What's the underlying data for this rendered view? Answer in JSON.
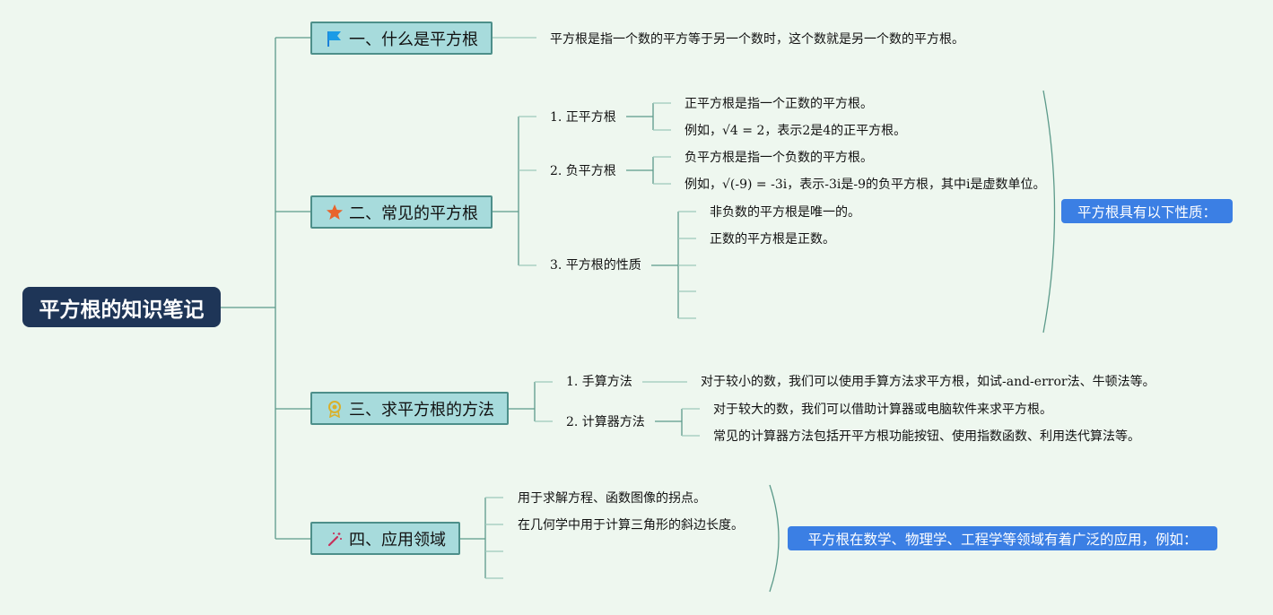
{
  "root": {
    "title": "平方根的知识笔记"
  },
  "branches": [
    {
      "label": "一、什么是平方根",
      "icon": "flag-icon"
    },
    {
      "label": "二、常见的平方根",
      "icon": "star-icon"
    },
    {
      "label": "三、求平方根的方法",
      "icon": "medal-icon"
    },
    {
      "label": "四、应用领域",
      "icon": "magic-wand-icon"
    }
  ],
  "definition": {
    "text": "平方根是指一个数的平方等于另一个数时，这个数就是另一个数的平方根。"
  },
  "common": {
    "positive": {
      "label": "1. 正平方根",
      "details": [
        "正平方根是指一个正数的平方根。",
        "例如，√4 = 2，表示2是4的正平方根。"
      ]
    },
    "negative": {
      "label": "2. 负平方根",
      "details": [
        "负平方根是指一个负数的平方根。",
        "例如，√(-9) = -3i，表示-3i是-9的负平方根，其中i是虚数单位。"
      ]
    },
    "properties": {
      "label": "3. 平方根的性质",
      "details": [
        "非负数的平方根是唯一的。",
        "正数的平方根是正数。"
      ]
    },
    "summary": "平方根具有以下性质："
  },
  "methods": {
    "manual": {
      "label": "1. 手算方法",
      "detail": "对于较小的数，我们可以使用手算方法求平方根，如试-and-error法、牛顿法等。"
    },
    "calculator": {
      "label": "2. 计算器方法",
      "details": [
        "对于较大的数，我们可以借助计算器或电脑软件来求平方根。",
        "常见的计算器方法包括开平方根功能按钮、使用指数函数、利用迭代算法等。"
      ]
    }
  },
  "applications": {
    "items": [
      "用于求解方程、函数图像的拐点。",
      "在几何学中用于计算三角形的斜边长度。"
    ],
    "summary": "平方根在数学、物理学、工程学等领域有着广泛的应用，例如："
  },
  "colors": {
    "root_bg": "#1e3557",
    "branch_bg": "#a7dbdc",
    "line": "#5c9a8a",
    "pill_bg": "#3b7fe4"
  }
}
